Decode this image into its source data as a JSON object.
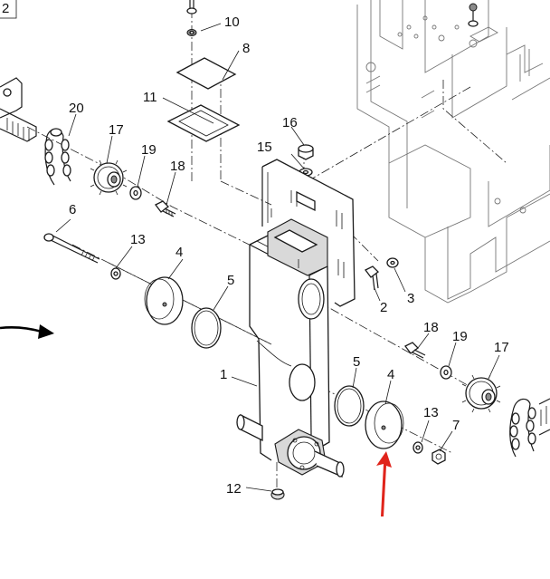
{
  "diagram": {
    "page_ref": "2",
    "accent_color": "#e0241b",
    "callouts": [
      "10",
      "8",
      "11",
      "20",
      "17",
      "19",
      "18",
      "16",
      "15",
      "6",
      "13",
      "4",
      "5",
      "2",
      "3",
      "1",
      "18",
      "19",
      "17",
      "5",
      "4",
      "13",
      "7",
      "12"
    ]
  }
}
